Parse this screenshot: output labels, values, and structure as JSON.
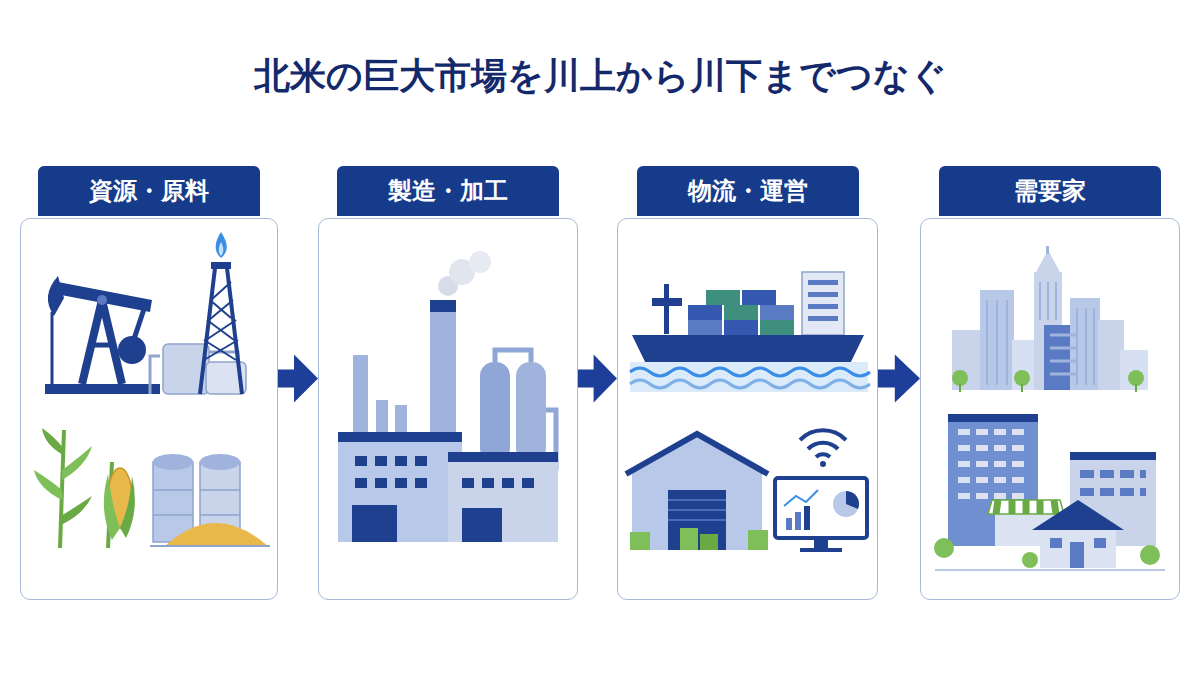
{
  "diagram": {
    "title": "北米の巨大市場を川上から川下までつなぐ",
    "nodes": [
      {
        "text": [
          "資源・原料"
        ]
      },
      {
        "text": [
          "製造・加工"
        ]
      },
      {
        "text": [
          "物流・運営"
        ]
      },
      {
        "text": [
          "需要家"
        ]
      }
    ],
    "edges": [
      {
        "from": 0,
        "to": 1,
        "arrow": "to"
      },
      {
        "from": 1,
        "to": 2,
        "arrow": "to"
      },
      {
        "from": 2,
        "to": 3,
        "arrow": "to"
      }
    ]
  }
}
